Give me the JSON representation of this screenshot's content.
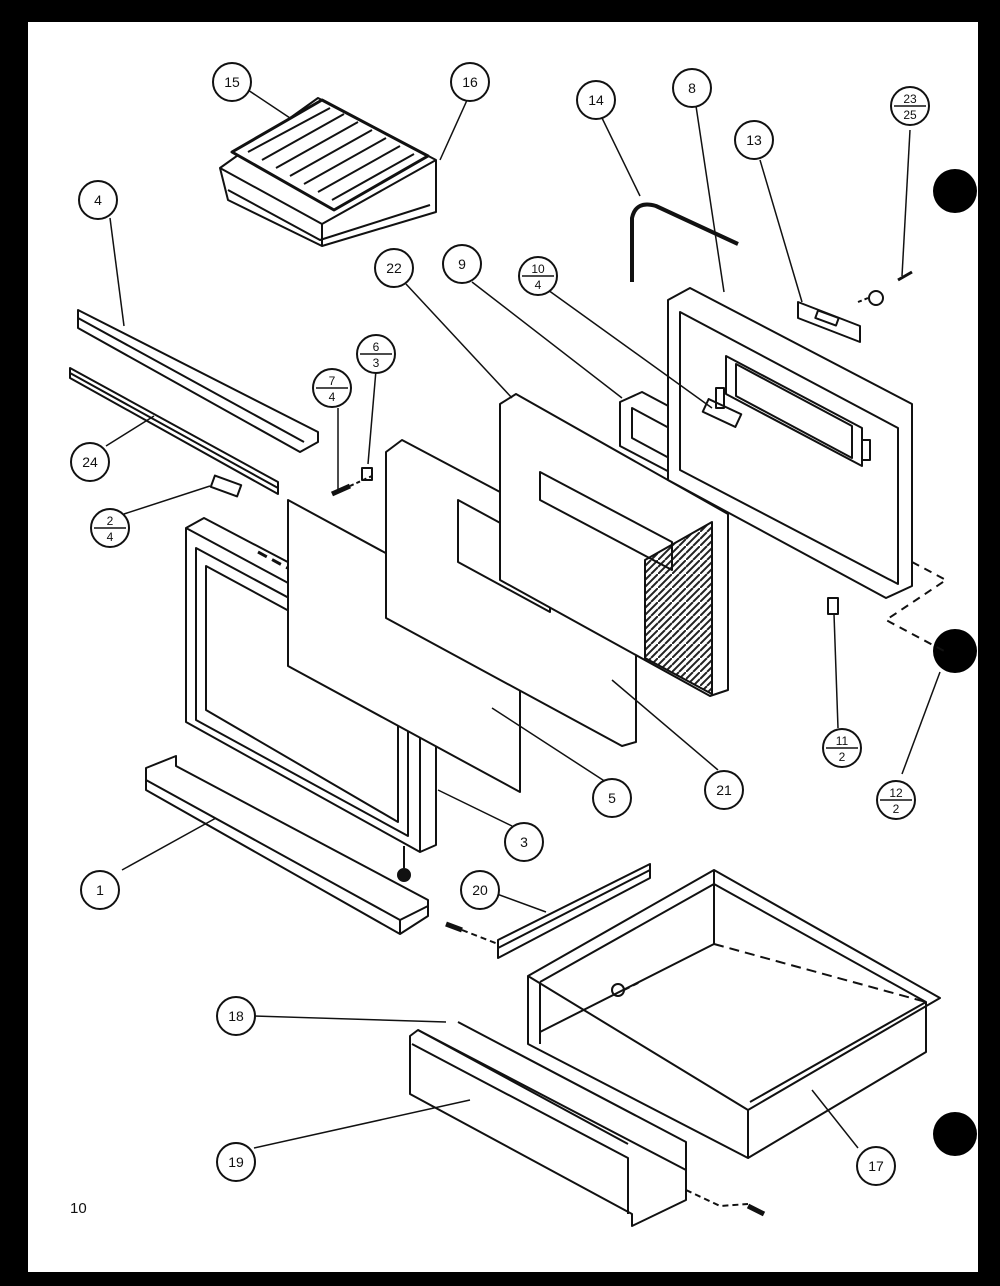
{
  "page_number": "10",
  "colors": {
    "background": "#000000",
    "paper": "#ffffff",
    "ink": "#111111",
    "hatch_fill": "#333333"
  },
  "callouts": [
    {
      "id": "15",
      "label": "15"
    },
    {
      "id": "16",
      "label": "16"
    },
    {
      "id": "14",
      "label": "14"
    },
    {
      "id": "8",
      "label": "8"
    },
    {
      "id": "13",
      "label": "13"
    },
    {
      "id": "23-25",
      "num": "23",
      "den": "25"
    },
    {
      "id": "4",
      "label": "4"
    },
    {
      "id": "22",
      "label": "22"
    },
    {
      "id": "9",
      "label": "9"
    },
    {
      "id": "10-4",
      "num": "10",
      "den": "4"
    },
    {
      "id": "6-3",
      "num": "6",
      "den": "3"
    },
    {
      "id": "7-4",
      "num": "7",
      "den": "4"
    },
    {
      "id": "24",
      "label": "24"
    },
    {
      "id": "2-4",
      "num": "2",
      "den": "4"
    },
    {
      "id": "5",
      "label": "5"
    },
    {
      "id": "21",
      "label": "21"
    },
    {
      "id": "11-2",
      "num": "11",
      "den": "2"
    },
    {
      "id": "12-2",
      "num": "12",
      "den": "2"
    },
    {
      "id": "3",
      "label": "3"
    },
    {
      "id": "1",
      "label": "1"
    },
    {
      "id": "20",
      "label": "20"
    },
    {
      "id": "18",
      "label": "18"
    },
    {
      "id": "19",
      "label": "19"
    },
    {
      "id": "17",
      "label": "17"
    }
  ]
}
